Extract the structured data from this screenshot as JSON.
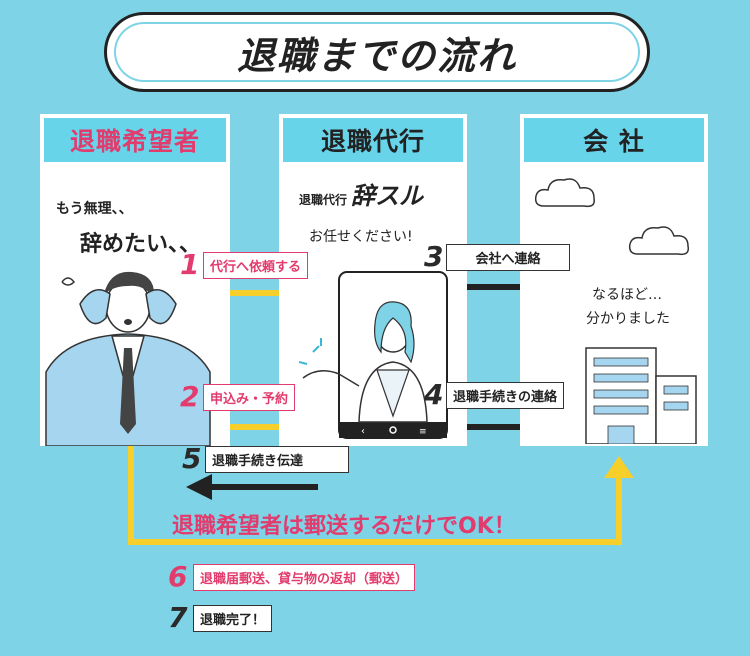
{
  "title": "退職までの流れ",
  "panels": {
    "applicant": {
      "title": "退職希望者",
      "line1": "もう無理、、",
      "line2": "辞めたい、、"
    },
    "agency": {
      "title": "退職代行",
      "brand_prefix": "退職代行",
      "brand_name": "辞スル",
      "speech": "お任せください!"
    },
    "company": {
      "title": "会 社",
      "speech1": "なるほど…",
      "speech2": "分かりました"
    }
  },
  "steps": [
    {
      "number": "1",
      "label": "代行へ依頼する"
    },
    {
      "number": "2",
      "label": "申込み・予約"
    },
    {
      "number": "3",
      "label": "会社へ連絡"
    },
    {
      "number": "4",
      "label": "退職手続きの連絡"
    },
    {
      "number": "5",
      "label": "退職手続き伝達"
    },
    {
      "number": "6",
      "label": "退職届郵送、貸与物の返却（郵送）"
    },
    {
      "number": "7",
      "label": "退職完了！"
    }
  ],
  "mail_message": "退職希望者は郵送するだけでOK！",
  "colors": {
    "background": "#7fd3e6",
    "header": "#67d4ea",
    "accent_red": "#e23b6d",
    "arrow_yellow": "#f7cf2a",
    "dark": "#222222"
  }
}
